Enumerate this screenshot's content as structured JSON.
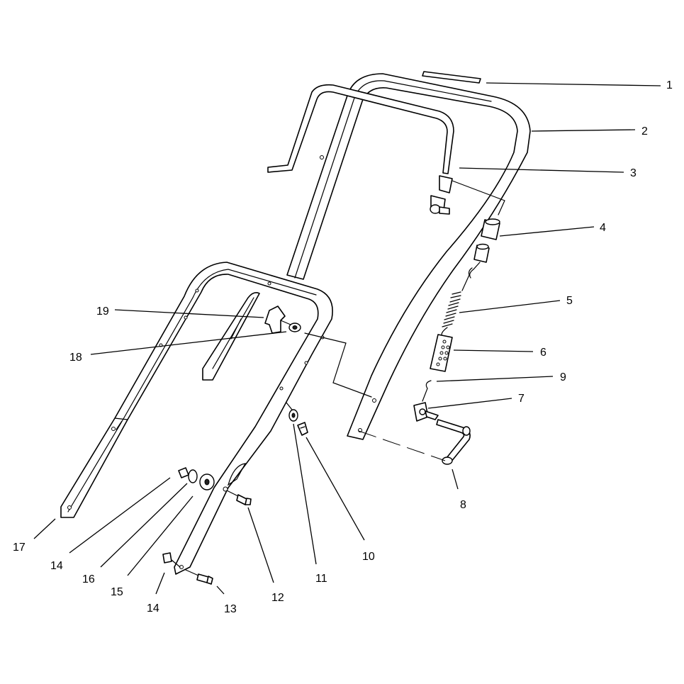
{
  "callouts": [
    {
      "id": "1",
      "label": "1"
    },
    {
      "id": "2",
      "label": "2"
    },
    {
      "id": "3",
      "label": "3"
    },
    {
      "id": "4",
      "label": "4"
    },
    {
      "id": "5",
      "label": "5"
    },
    {
      "id": "6",
      "label": "6"
    },
    {
      "id": "7",
      "label": "7"
    },
    {
      "id": "8",
      "label": "8"
    },
    {
      "id": "9",
      "label": "9"
    },
    {
      "id": "10",
      "label": "10"
    },
    {
      "id": "11",
      "label": "11"
    },
    {
      "id": "12",
      "label": "12"
    },
    {
      "id": "13",
      "label": "13"
    },
    {
      "id": "14a",
      "label": "14"
    },
    {
      "id": "14b",
      "label": "14"
    },
    {
      "id": "15",
      "label": "15"
    },
    {
      "id": "16",
      "label": "16"
    },
    {
      "id": "17",
      "label": "17"
    },
    {
      "id": "18",
      "label": "18"
    },
    {
      "id": "19",
      "label": "19"
    }
  ]
}
